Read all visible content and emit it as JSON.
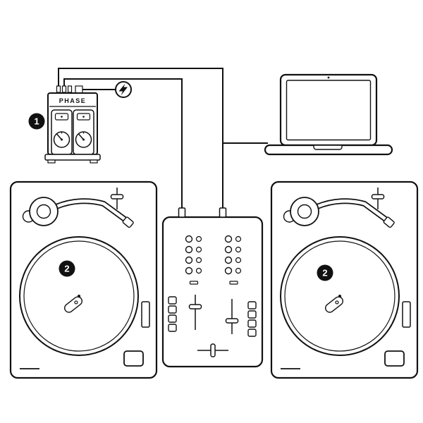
{
  "colors": {
    "line": "#111111",
    "badge_background": "#111111",
    "badge_text": "#ffffff",
    "background": "#ffffff"
  },
  "receiver": {
    "brand_label": "PHASE",
    "step_badge": "1"
  },
  "turntables": {
    "left_step_badge": "2",
    "right_step_badge": "2"
  },
  "icons": {
    "power": "lightning-bolt-in-circle"
  }
}
